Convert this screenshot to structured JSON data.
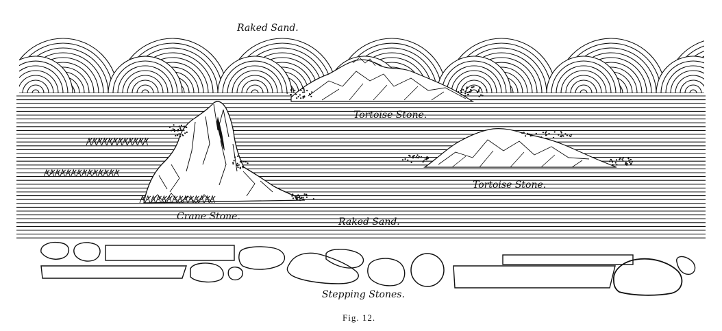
{
  "labels": {
    "raked_sand_top": "Raked Sand.",
    "tortoise_stone_1": "Tortoise Stone.",
    "tortoise_stone_2": "Tortoise Stone.",
    "crane_stone": "Crane Stone.",
    "raked_sand_bottom": "Raked Sand.",
    "stepping_stones": "Stepping Stones.",
    "figure_caption": "Fig. 12."
  },
  "colors": {
    "ink": "#111111",
    "paper": "#ffffff"
  }
}
